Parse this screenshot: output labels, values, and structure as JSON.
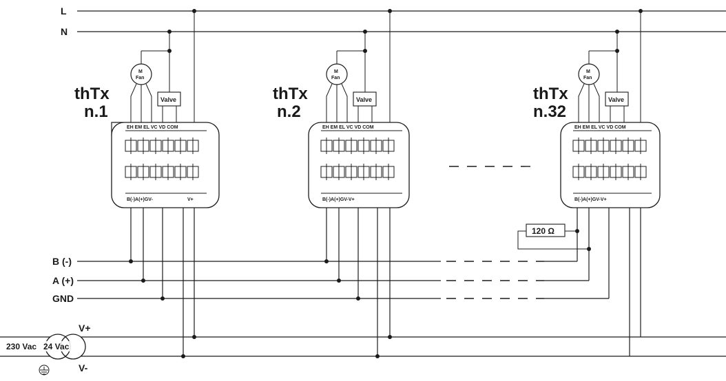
{
  "bus": {
    "L": "L",
    "N": "N",
    "B": "B (-)",
    "A": "A (+)",
    "GND": "GND",
    "Vplus": "V+",
    "Vminus": "V-"
  },
  "psu": {
    "primary": "230 Vac",
    "secondary": "24 Vac"
  },
  "resistor": {
    "label": "120 Ω"
  },
  "devices": [
    {
      "title_line1": "thTx",
      "title_line2": "n.1",
      "fan_line1": "M",
      "fan_line2": "Fan",
      "valve": "Valve",
      "top_terminals": "EH EM EL VC VD COM",
      "bottom_terminals": "B(-)A(+)GV-",
      "bottom_terminals_right": "V+"
    },
    {
      "title_line1": "thTx",
      "title_line2": "n.2",
      "fan_line1": "M",
      "fan_line2": "Fan",
      "valve": "Valve",
      "top_terminals": "EH EM EL VC VD COM",
      "bottom_terminals": "B(-)A(+)GV-V+",
      "bottom_terminals_right": ""
    },
    {
      "title_line1": "thTx",
      "title_line2": "n.32",
      "fan_line1": "M",
      "fan_line2": "Fan",
      "valve": "Valve",
      "top_terminals": "EH EM EL VC VD COM",
      "bottom_terminals": "B(-)A(+)GV-V+",
      "bottom_terminals_right": ""
    }
  ]
}
